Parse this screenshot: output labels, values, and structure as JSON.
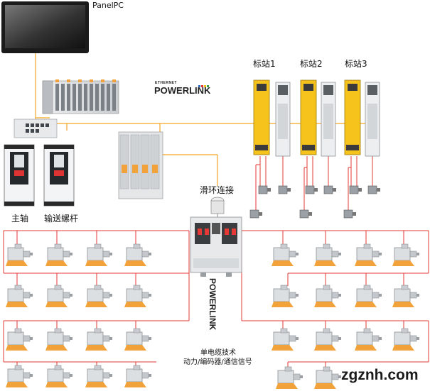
{
  "labels": {
    "panel_pc": "PanelPC",
    "station1": "标站1",
    "station2": "标站2",
    "station3": "标站3",
    "spindle": "主轴",
    "screw": "输送螺杆",
    "slip_ring": "滑环连接",
    "cable_line1": "单电缆技术",
    "cable_line2": "动力/编码器/通信信号",
    "watermark": "zgznh.com"
  },
  "powerlink": {
    "small": "ETHERNET",
    "big": "POWERLINK"
  },
  "colors": {
    "ethernet_line": "#f5a623",
    "power_line": "#e53935",
    "drive_yellow": "#f6c21c",
    "device_gray": "#d8dadd",
    "motor_orange": "#f2a23a"
  }
}
